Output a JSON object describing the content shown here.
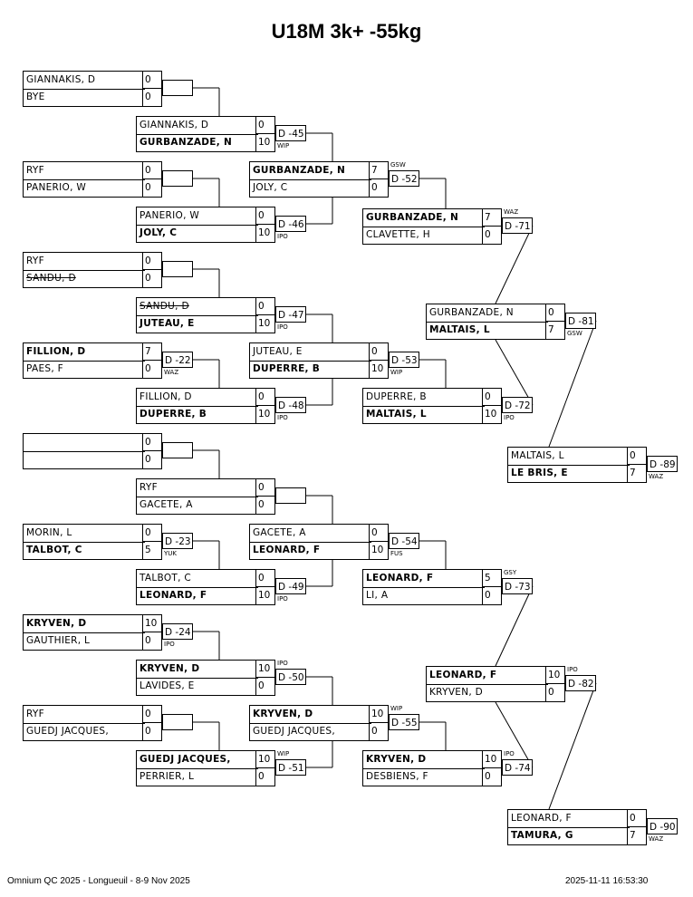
{
  "title": "U18M 3k+ -55kg",
  "footer": {
    "left": "Omnium QC 2025 - Longueuil - 8-9 Nov 2025",
    "right": "2025-11-11 16:53:30"
  },
  "boxes": [
    {
      "id": "r1a",
      "rows": [
        {
          "name": "GIANNAKIS, D",
          "score": "0"
        },
        {
          "name": "BYE",
          "score": "0"
        }
      ]
    },
    {
      "id": "r1b",
      "rows": [
        {
          "name": "RYF",
          "score": "0"
        },
        {
          "name": "PANERIO, W",
          "score": "0"
        }
      ]
    },
    {
      "id": "r1c",
      "rows": [
        {
          "name": "RYF",
          "score": "0"
        },
        {
          "name": "SANDU, D",
          "score": "0",
          "strike": true
        }
      ]
    },
    {
      "id": "r1d",
      "label": "D -22",
      "wt": "WAZ",
      "rows": [
        {
          "name": "FILLION, D",
          "score": "7",
          "winner": true
        },
        {
          "name": "PAES, F",
          "score": "0"
        }
      ]
    },
    {
      "id": "r1e",
      "rows": [
        {
          "name": "",
          "score": "0"
        },
        {
          "name": "",
          "score": "0"
        }
      ]
    },
    {
      "id": "r1f",
      "label": "D -23",
      "wt": "YUK",
      "rows": [
        {
          "name": "MORIN, L",
          "score": "0"
        },
        {
          "name": "TALBOT, C",
          "score": "5",
          "winner": true
        }
      ]
    },
    {
      "id": "r1g",
      "label": "D -24",
      "wt": "IPO",
      "rows": [
        {
          "name": "KRYVEN, D",
          "score": "10",
          "winner": true
        },
        {
          "name": "GAUTHIER, L",
          "score": "0"
        }
      ]
    },
    {
      "id": "r1h",
      "rows": [
        {
          "name": "RYF",
          "score": "0"
        },
        {
          "name": "GUEDJ JACQUES,",
          "score": "0"
        }
      ]
    },
    {
      "id": "r2a",
      "label": "D -45",
      "wt": "WIP",
      "rows": [
        {
          "name": "GIANNAKIS, D",
          "score": "0"
        },
        {
          "name": "GURBANZADE, N",
          "score": "10",
          "winner": true
        }
      ]
    },
    {
      "id": "r2b",
      "label": "D -46",
      "wt": "IPO",
      "rows": [
        {
          "name": "PANERIO, W",
          "score": "0"
        },
        {
          "name": "JOLY, C",
          "score": "10",
          "winner": true
        }
      ]
    },
    {
      "id": "r2c",
      "label": "D -47",
      "wt": "IPO",
      "rows": [
        {
          "name": "SANDU, D",
          "score": "0",
          "strike": true
        },
        {
          "name": "JUTEAU, E",
          "score": "10",
          "winner": true
        }
      ]
    },
    {
      "id": "r2d",
      "label": "D -48",
      "wt": "IPO",
      "rows": [
        {
          "name": "FILLION, D",
          "score": "0"
        },
        {
          "name": "DUPERRE, B",
          "score": "10",
          "winner": true
        }
      ]
    },
    {
      "id": "r2e",
      "rows": [
        {
          "name": "RYF",
          "score": "0"
        },
        {
          "name": "GACETE, A",
          "score": "0"
        }
      ]
    },
    {
      "id": "r2f",
      "label": "D -49",
      "wt": "IPO",
      "rows": [
        {
          "name": "TALBOT, C",
          "score": "0"
        },
        {
          "name": "LEONARD, F",
          "score": "10",
          "winner": true
        }
      ]
    },
    {
      "id": "r2g",
      "label": "D -50",
      "wt": "IPO",
      "wtTop": true,
      "rows": [
        {
          "name": "KRYVEN, D",
          "score": "10",
          "winner": true
        },
        {
          "name": "LAVIDES, E",
          "score": "0"
        }
      ]
    },
    {
      "id": "r2h",
      "label": "D -51",
      "wt": "WIP",
      "wtTop": true,
      "rows": [
        {
          "name": "GUEDJ JACQUES,",
          "score": "10",
          "winner": true
        },
        {
          "name": "PERRIER, L",
          "score": "0"
        }
      ]
    },
    {
      "id": "r3a",
      "label": "D -52",
      "wt": "GSW",
      "wtTop": true,
      "rows": [
        {
          "name": "GURBANZADE, N",
          "score": "7",
          "winner": true
        },
        {
          "name": "JOLY, C",
          "score": "0"
        }
      ]
    },
    {
      "id": "r3b",
      "label": "D -53",
      "wt": "WIP",
      "rows": [
        {
          "name": "JUTEAU, E",
          "score": "0"
        },
        {
          "name": "DUPERRE, B",
          "score": "10",
          "winner": true
        }
      ]
    },
    {
      "id": "r3c",
      "label": "D -54",
      "wt": "FUS",
      "rows": [
        {
          "name": "GACETE, A",
          "score": "0"
        },
        {
          "name": "LEONARD, F",
          "score": "10",
          "winner": true
        }
      ]
    },
    {
      "id": "r3d",
      "label": "D -55",
      "wt": "WIP",
      "wtTop": true,
      "rows": [
        {
          "name": "KRYVEN, D",
          "score": "10",
          "winner": true
        },
        {
          "name": "GUEDJ JACQUES,",
          "score": "0"
        }
      ]
    },
    {
      "id": "r4a",
      "label": "D -71",
      "wt": "WAZ",
      "wtTop": true,
      "rows": [
        {
          "name": "GURBANZADE, N",
          "score": "7",
          "winner": true
        },
        {
          "name": "CLAVETTE, H",
          "score": "0"
        }
      ]
    },
    {
      "id": "r4b",
      "label": "D -72",
      "wt": "IPO",
      "rows": [
        {
          "name": "DUPERRE, B",
          "score": "0"
        },
        {
          "name": "MALTAIS, L",
          "score": "10",
          "winner": true
        }
      ]
    },
    {
      "id": "r4c",
      "label": "D -73",
      "wt": "GSY",
      "wtTop": true,
      "rows": [
        {
          "name": "LEONARD, F",
          "score": "5",
          "winner": true
        },
        {
          "name": "LI, A",
          "score": "0"
        }
      ]
    },
    {
      "id": "r4d",
      "label": "D -74",
      "wt": "IPO",
      "wtTop": true,
      "rows": [
        {
          "name": "KRYVEN, D",
          "score": "10",
          "winner": true
        },
        {
          "name": "DESBIENS, F",
          "score": "0"
        }
      ]
    },
    {
      "id": "r5a",
      "label": "D -81",
      "wt": "GSW",
      "rows": [
        {
          "name": "GURBANZADE, N",
          "score": "0"
        },
        {
          "name": "MALTAIS, L",
          "score": "7",
          "winner": true
        }
      ]
    },
    {
      "id": "r5b",
      "label": "D -82",
      "wt": "IPO",
      "wtTop": true,
      "rows": [
        {
          "name": "LEONARD, F",
          "score": "10",
          "winner": true
        },
        {
          "name": "KRYVEN, D",
          "score": "0"
        }
      ]
    },
    {
      "id": "r6a",
      "label": "D -89",
      "wt": "WAZ",
      "rows": [
        {
          "name": "MALTAIS, L",
          "score": "0"
        },
        {
          "name": "LE BRIS, E",
          "score": "7",
          "winner": true
        }
      ]
    },
    {
      "id": "r6b",
      "label": "D -90",
      "wt": "WAZ",
      "rows": [
        {
          "name": "LEONARD, F",
          "score": "0"
        },
        {
          "name": "TAMURA, G",
          "score": "7",
          "winner": true
        }
      ]
    }
  ]
}
